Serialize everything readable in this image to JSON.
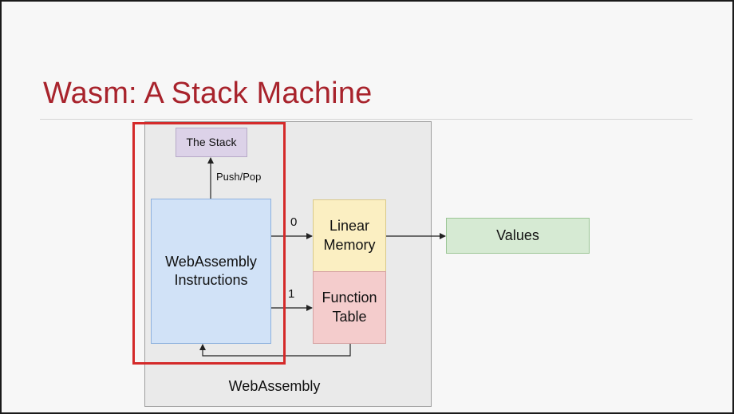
{
  "slide": {
    "title": "Wasm: A Stack Machine"
  },
  "diagram": {
    "container_label": "WebAssembly",
    "nodes": {
      "stack": "The Stack",
      "instructions": "WebAssembly\nInstructions",
      "linear_memory": "Linear\nMemory",
      "function_table": "Function\nTable",
      "values": "Values"
    },
    "edges": {
      "push_pop": "Push/Pop",
      "to_memory": "0",
      "to_table": "1"
    }
  },
  "colors": {
    "title": "#a8232c",
    "highlight": "#d42a2a",
    "stack": "#dcd2e8",
    "instructions": "#d1e2f7",
    "linear_memory": "#fbefc2",
    "function_table": "#f4cccc",
    "values": "#d6ead3"
  }
}
